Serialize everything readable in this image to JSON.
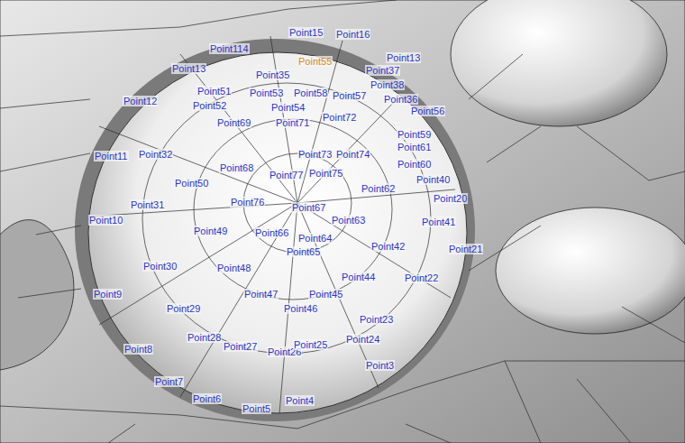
{
  "diagram": {
    "labels": [
      "Point15",
      "Point16",
      "Point114",
      "Point13",
      "Point55",
      "Point13",
      "Point35",
      "Point37",
      "Point51",
      "Point53",
      "Point38",
      "Point12",
      "Point52",
      "Point54",
      "Point58",
      "Point57",
      "Point36",
      "Point56",
      "Point69",
      "Point71",
      "Point72",
      "Point59",
      "Point61",
      "Point11",
      "Point32",
      "Point73",
      "Point74",
      "Point68",
      "Point60",
      "Point77",
      "Point75",
      "Point40",
      "Point50",
      "Point62",
      "Point20",
      "Point31",
      "Point76",
      "Point67",
      "Point63",
      "Point41",
      "Point10",
      "Point49",
      "Point66",
      "Point64",
      "Point42",
      "Point21",
      "Point65",
      "Point30",
      "Point48",
      "Point44",
      "Point22",
      "Point9",
      "Point47",
      "Point45",
      "Point46",
      "Point29",
      "Point23",
      "Point28",
      "Point24",
      "Point8",
      "Point27",
      "Point26",
      "Point25",
      "Point3",
      "Point7",
      "Point6",
      "Point5",
      "Point4"
    ]
  }
}
